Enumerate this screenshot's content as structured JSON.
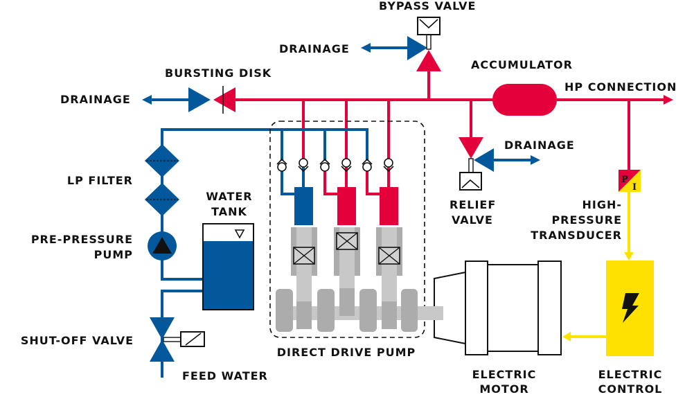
{
  "diagram": {
    "title": "Direct drive high-pressure water pump system",
    "colors": {
      "low_pressure": "#03589c",
      "high_pressure": "#e4003a",
      "electric_signal": "#ffe100",
      "mechanical": "#acacac"
    },
    "labels": {
      "bypass_valve": "BYPASS VALVE",
      "drainage_bypass": "DRAINAGE",
      "accumulator": "ACCUMULATOR",
      "bursting_disk": "BURSTING DISK",
      "drainage_bursting": "DRAINAGE",
      "hp_connection": "HP CONNECTION",
      "drainage_relief": "DRAINAGE",
      "lp_filter": "LP FILTER",
      "water_tank_1": "WATER",
      "water_tank_2": "TANK",
      "relief_valve_1": "RELIEF",
      "relief_valve_2": "VALVE",
      "transducer_1": "HIGH-",
      "transducer_2": "PRESSURE",
      "transducer_3": "TRANSDUCER",
      "pre_pressure_pump_1": "PRE-PRESSURE",
      "pre_pressure_pump_2": "PUMP",
      "shut_off_valve": "SHUT-OFF VALVE",
      "feed_water": "FEED WATER",
      "direct_drive_pump": "DIRECT DRIVE PUMP",
      "electric_motor_1": "ELECTRIC",
      "electric_motor_2": "MOTOR",
      "electric_control_1": "ELECTRIC",
      "electric_control_2": "CONTROL",
      "transducer_p": "P",
      "transducer_i": "I"
    },
    "icons": {
      "electric_control": "lightning-bolt-icon",
      "water_level": "water-level-triangle-icon"
    }
  }
}
